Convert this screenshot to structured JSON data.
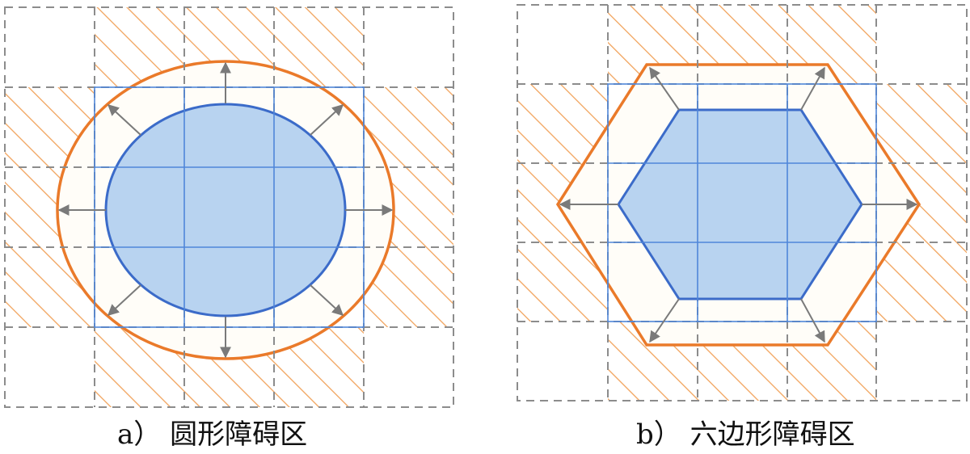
{
  "panels": [
    {
      "caption": "a） 圆形障碍区",
      "shape": "circle"
    },
    {
      "caption": "b） 六边形障碍区",
      "shape": "hexagon"
    }
  ],
  "colors": {
    "grid_dashed": "#8c8c8c",
    "grid_solid": "#4f86d9",
    "hatch": "#f1a35c",
    "orange_outline": "#ea7a2a",
    "obstacle_fill": "#b8d3f0",
    "obstacle_stroke": "#3b6bc9",
    "arrow": "#7a7a7a",
    "background_inner": "#fffdf8"
  }
}
